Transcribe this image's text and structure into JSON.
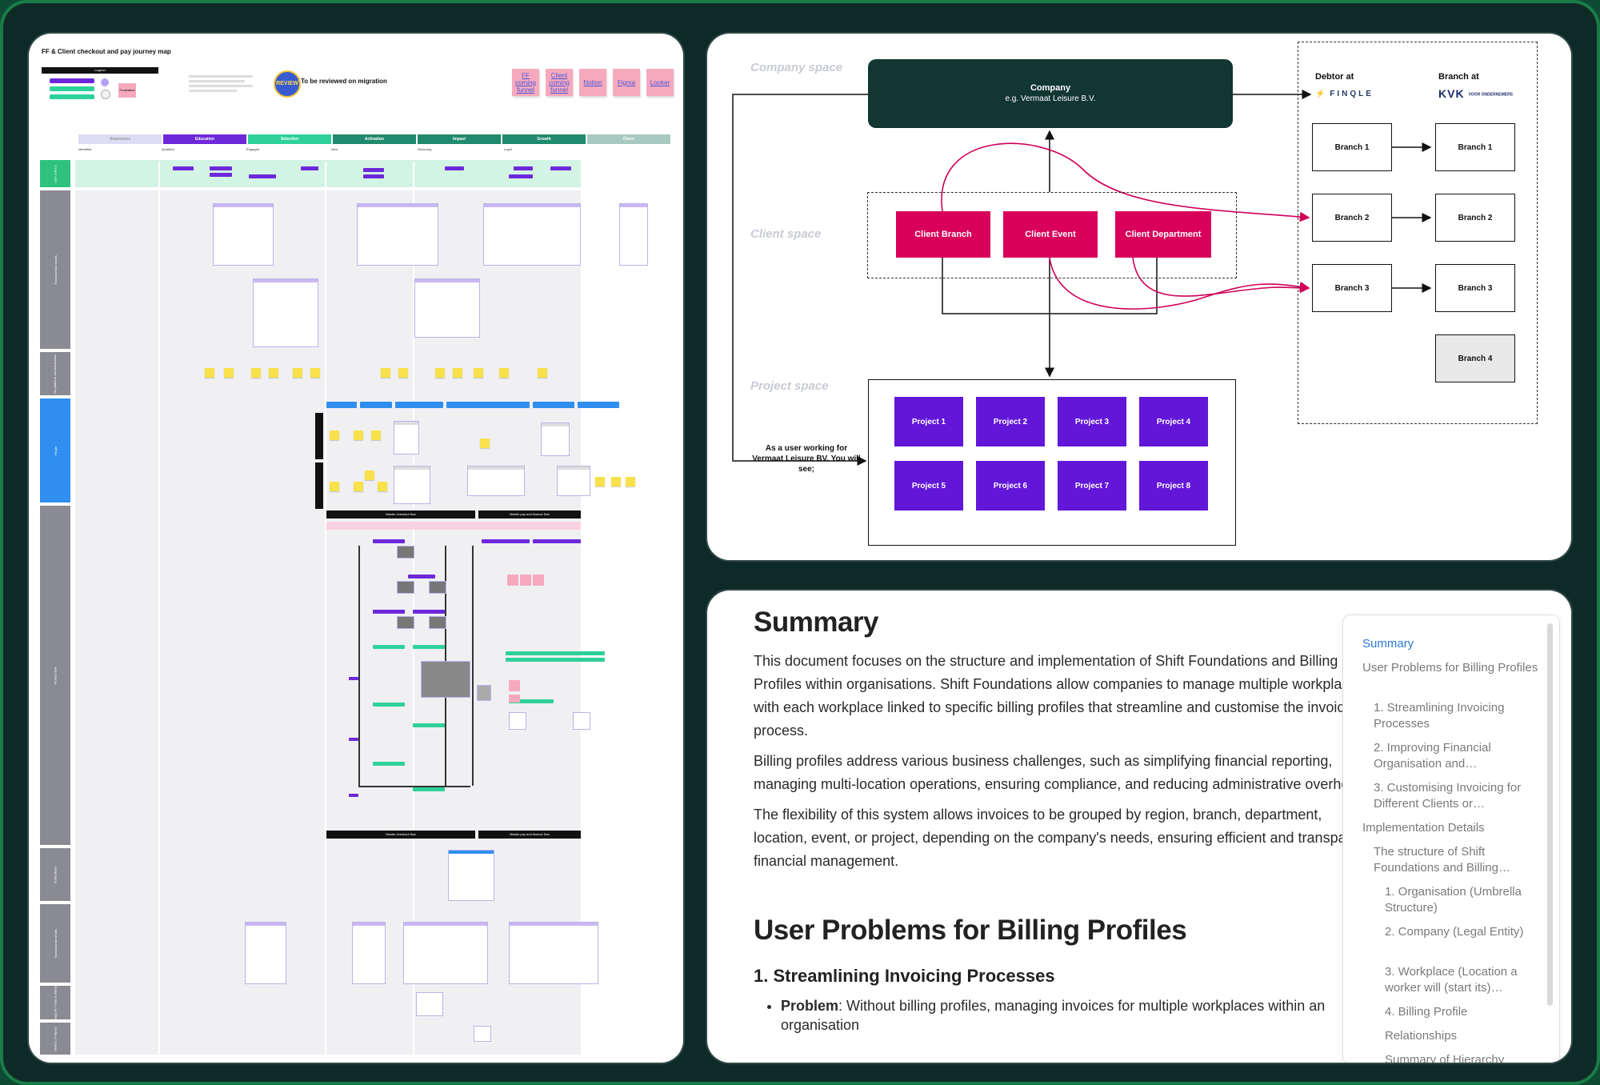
{
  "journey": {
    "title": "FF & Client checkout and pay journey map",
    "legend_label": "Legend",
    "legend_chip": "Frustration",
    "review_badge": "REVIEW",
    "review_text": "To be reviewed on migration",
    "links": [
      "FF coming funnel",
      "Client coming funnel",
      "Notion",
      "Figma",
      "Looker"
    ],
    "stages": [
      {
        "label": "Awareness",
        "color": "#dcdcf5"
      },
      {
        "label": "Education",
        "color": "#6d28d9"
      },
      {
        "label": "Selection",
        "color": "#2ed19a"
      },
      {
        "label": "Activation",
        "color": "#1f8a6c"
      },
      {
        "label": "Impact",
        "color": "#1f8a6c"
      },
      {
        "label": "Growth",
        "color": "#1f8a6c"
      },
      {
        "label": "Churn",
        "color": "#a8c9bf"
      }
    ],
    "substages": [
      "Identified",
      "Qualified",
      "Engaged",
      "New",
      "Recurring",
      "Loyal"
    ],
    "lanes": [
      {
        "label": "User actions",
        "color": "#2ec27e"
      },
      {
        "label": "Transactional emails",
        "color": "#8a8a93"
      },
      {
        "label": "On-platform communication",
        "color": "#8a8a93"
      },
      {
        "label": "Finqle",
        "color": "#2f8ef0"
      },
      {
        "label": "Product flow",
        "color": "#8a8a93"
      },
      {
        "label": "Notifications",
        "color": "#8a8a93"
      },
      {
        "label": "Transactional emails",
        "color": "#8a8a93"
      },
      {
        "label": "Support / Trust & Safety",
        "color": "#8a8a93"
      },
      {
        "label": "Metrics of impact",
        "color": "#8a8a93"
      }
    ],
    "flow_headers": [
      "Master checkout flow",
      "Master pay and finance flow",
      "Master checkout flow",
      "Master pay and finance flow"
    ]
  },
  "diagram": {
    "spaces": [
      "Company space",
      "Client space",
      "Project space"
    ],
    "company": {
      "title": "Company",
      "subtitle": "e.g. Vermaat Leisure B.V."
    },
    "clients": [
      "Client Branch",
      "Client Event",
      "Client Department"
    ],
    "projects": [
      "Project 1",
      "Project 2",
      "Project 3",
      "Project 4",
      "Project 5",
      "Project 6",
      "Project 7",
      "Project 8"
    ],
    "user_note": "As a user working for Vermaat Leisure BV. You will see;",
    "debtor_head": "Debtor at",
    "branch_head": "Branch at",
    "finqle_logo": "FINQLE",
    "kvk_logo": "KVK",
    "kvk_tagline": "VOOR ONDERNEMERS",
    "debtor_branches": [
      "Branch 1",
      "Branch 2",
      "Branch 3"
    ],
    "kvk_branches": [
      "Branch 1",
      "Branch 2",
      "Branch 3",
      "Branch 4"
    ],
    "colors": {
      "company": "#123631",
      "client": "#d8005a",
      "project": "#6116d8",
      "connector": "#d0005a"
    }
  },
  "doc": {
    "h1": "Summary",
    "paragraphs": [
      "This document focuses on the structure and implementation of Shift Foundations and Billing Profiles within organisations. Shift Foundations allow companies to manage multiple workplaces, with each workplace linked to specific billing profiles that streamline and customise the invoicing process.",
      "Billing profiles address various business challenges, such as simplifying financial reporting, managing multi-location operations, ensuring compliance, and reducing administrative overhead.",
      "The flexibility of this system allows invoices to be grouped by region, branch, department, location, event, or project, depending on the company's needs, ensuring efficient and transparent financial management."
    ],
    "h2": "User Problems for Billing Profiles",
    "h3": "1. Streamlining Invoicing Processes",
    "bullet_label": "Problem",
    "bullet_text": ": Without billing profiles, managing invoices for multiple workplaces within an organisation",
    "toc": [
      {
        "label": "Summary",
        "level": 0,
        "active": true
      },
      {
        "label": "User Problems for Billing Profiles",
        "level": 0
      },
      {
        "label": "1. Streamlining Invoicing Processes",
        "level": 1
      },
      {
        "label": "2. Improving Financial Organisation and…",
        "level": 1
      },
      {
        "label": "3. Customising Invoicing for Different Clients or…",
        "level": 1
      },
      {
        "label": "Implementation Details",
        "level": 0
      },
      {
        "label": "The structure of Shift Foundations and Billing…",
        "level": 1
      },
      {
        "label": "1. Organisation (Umbrella Structure)",
        "level": 2
      },
      {
        "label": "2. Company (Legal Entity)",
        "level": 2
      },
      {
        "label": "3. Workplace (Location a worker will (start its)…",
        "level": 2
      },
      {
        "label": "4. Billing Profile",
        "level": 2
      },
      {
        "label": "Relationships",
        "level": 2
      },
      {
        "label": "Summary of Hierarchy",
        "level": 2
      }
    ]
  }
}
